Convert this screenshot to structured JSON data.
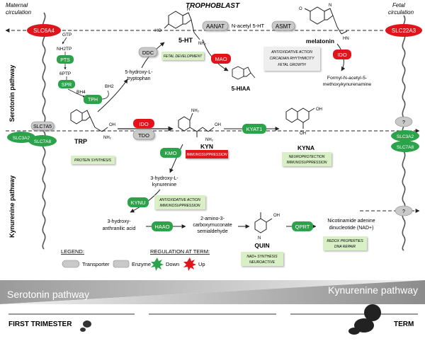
{
  "header": {
    "maternal": [
      "Maternal",
      "circulation"
    ],
    "title": "TROPHOBLAST",
    "fetal": [
      "Fetal",
      "circulation"
    ]
  },
  "side_labels": {
    "serotonin": "Serotonin pathway",
    "kynurenine": "Kynurenine pathway"
  },
  "transporters": {
    "slc6a4": "SLC6A4",
    "slc22a3": "SLC22A3",
    "slc7a5": "SLC7A5",
    "slc3a2_left": "SLC3A2",
    "slc7a8_left": "SLC7A8",
    "slc3a2_right": "SLC3A2",
    "slc7a8_right": "SLC7A8",
    "unknown_1": "?",
    "unknown_2": "?"
  },
  "enzymes": {
    "pts": "PTS",
    "spr": "SPR",
    "tph": "TPH",
    "ddc": "DDC",
    "aanat": "AANAT",
    "asmt": "ASMT",
    "mao": "MAO",
    "ido_ser": "IDO",
    "ido_kyn": "IDO",
    "tdo": "TDO",
    "kyat1": "KYAT1",
    "kmo": "KMO",
    "kynu": "KYNU",
    "haao": "HAAO",
    "qprt": "QPRT"
  },
  "cofactors": {
    "gtp": "GTP",
    "nh2tp": "NH2TP",
    "sixptp": "6PTP",
    "bh4": "BH4",
    "bh2": "BH2"
  },
  "metabolites": {
    "ht5": "5-HT",
    "hydroxytryptophan": [
      "5-hydroxy-L-",
      "tryptophan"
    ],
    "acetyl5ht": "N-acetyl 5-HT",
    "melatonin": "melatonin",
    "hiaa": "5-HIAA",
    "formyl": [
      "Formyl-N-acetyl-5-",
      "methoxykynurenamine"
    ],
    "trp": "TRP",
    "kyn": "KYN",
    "kyna": "KYNA",
    "hydroxykyn": [
      "3-hydroxy-L-",
      "kynurenine"
    ],
    "haa": [
      "3-hydroxy-",
      "anthranilic acid"
    ],
    "acms": [
      "2-amino-3-",
      "carboxymuconate",
      "semialdehyde"
    ],
    "quin": "QUIN",
    "nad": [
      "Nicotinamide adenine",
      "dinucleotide (NAD+)"
    ]
  },
  "notes": {
    "fetal_dev": "FETAL DEVELOPMENT",
    "melatonin_fx": [
      "ANTIOXIDATIVE ACTION",
      "CIRCADIAN RHYTHMICITY",
      "FETAL GROWTH"
    ],
    "protein": "PROTEIN SYNTHESIS",
    "immunosupp_kyn": "IMMUNOSUPPRESSION",
    "kyna_fx": [
      "NEUROPROTECTION",
      "IMMUNOSUPPRESSION"
    ],
    "kynu_fx": [
      "ANTIOXIDATIVE ACTION",
      "IMMUNOSUPPRESSION"
    ],
    "quin_fx": [
      "NAD+ SYNTHESIS",
      "NEUROACTIVE"
    ],
    "nad_fx": [
      "REDOX PROPERTIES",
      "DNA REPAIR"
    ]
  },
  "legend": {
    "title": "LEGEND:",
    "transporter": "Transporter",
    "enzyme": "Enzyme",
    "regulation_title": "REGULATION AT TERM:",
    "down": "Down",
    "up": "Up"
  },
  "timeline": {
    "serotonin": "Serotonin pathway",
    "kynurenine": "Kynurenine pathway",
    "first": "FIRST TRIMESTER",
    "term": "TERM"
  },
  "colors": {
    "green": "#2ca24b",
    "red": "#e0151b",
    "grey": "#c9c9c9",
    "note_bg": "#d9efc6"
  }
}
